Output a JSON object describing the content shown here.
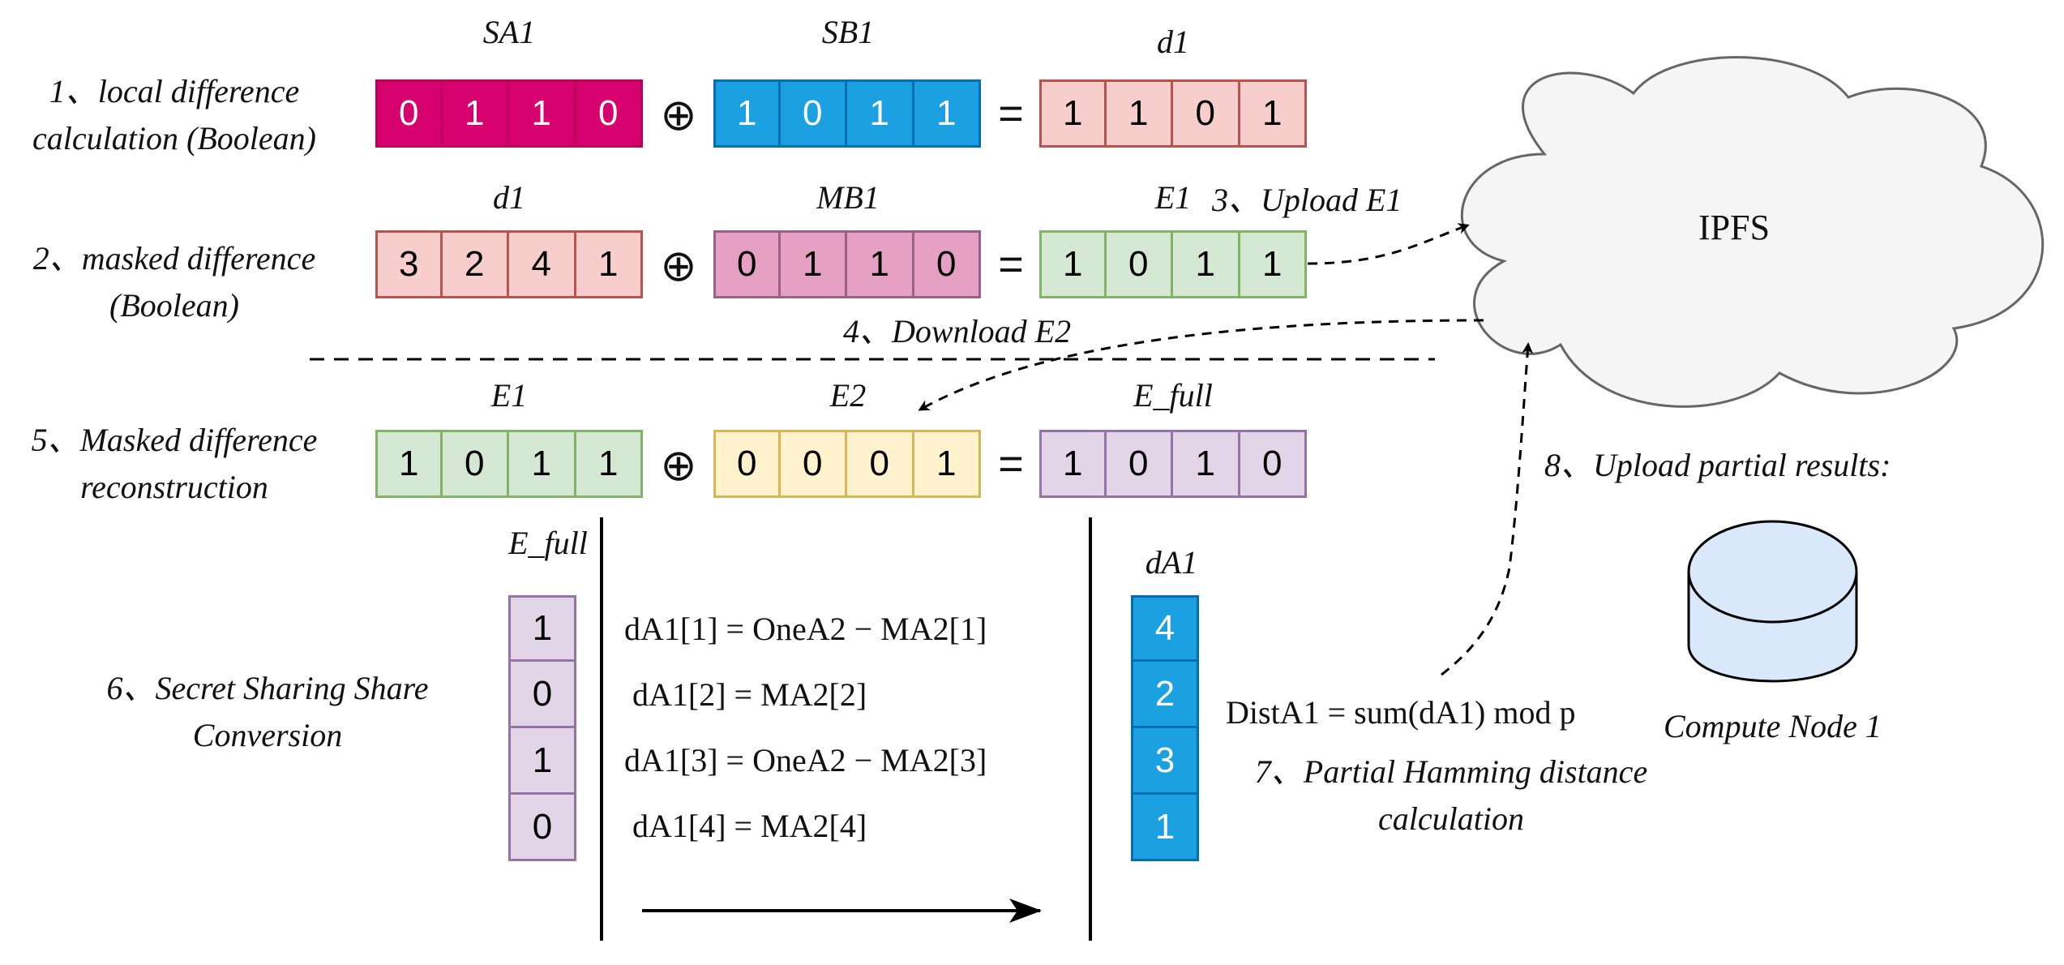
{
  "steps": {
    "s1_line1": "1、local difference",
    "s1_line2": "calculation (Boolean)",
    "s2_line1": "2、masked difference",
    "s2_line2": "(Boolean)",
    "s3": "3、Upload E1",
    "s4": "4、Download E2",
    "s5_line1": "5、Masked difference",
    "s5_line2": "reconstruction",
    "s6_line1": "6、Secret Sharing Share",
    "s6_line2": "Conversion",
    "s7_line1": "7、Partial Hamming distance",
    "s7_line2": "calculation",
    "s8": "8、Upload partial results:"
  },
  "row1": {
    "a": {
      "label": "SA1",
      "cells": [
        "0",
        "1",
        "1",
        "0"
      ],
      "fill": "#d6006e",
      "border": "#b8005c",
      "text": "#ffffff"
    },
    "b": {
      "label": "SB1",
      "cells": [
        "1",
        "0",
        "1",
        "1"
      ],
      "fill": "#1ba1e2",
      "border": "#006eaf",
      "text": "#ffffff"
    },
    "r": {
      "label": "d1",
      "cells": [
        "1",
        "1",
        "0",
        "1"
      ],
      "fill": "#f8cecc",
      "border": "#b85450",
      "text": "#000000"
    }
  },
  "row2": {
    "a": {
      "label": "d1",
      "cells": [
        "3",
        "2",
        "4",
        "1"
      ],
      "fill": "#f8cecc",
      "border": "#b85450",
      "text": "#000000"
    },
    "b": {
      "label": "MB1",
      "cells": [
        "0",
        "1",
        "1",
        "0"
      ],
      "fill": "#e6a0c4",
      "border": "#996185",
      "text": "#000000"
    },
    "r": {
      "label": "E1",
      "cells": [
        "1",
        "0",
        "1",
        "1"
      ],
      "fill": "#d5e8d4",
      "border": "#82b366",
      "text": "#000000"
    }
  },
  "row3": {
    "a": {
      "label": "E1",
      "cells": [
        "1",
        "0",
        "1",
        "1"
      ],
      "fill": "#d5e8d4",
      "border": "#82b366",
      "text": "#000000"
    },
    "b": {
      "label": "E2",
      "cells": [
        "0",
        "0",
        "0",
        "1"
      ],
      "fill": "#fff2cc",
      "border": "#d6b656",
      "text": "#000000"
    },
    "r": {
      "label": "E_full",
      "cells": [
        "1",
        "0",
        "1",
        "0"
      ],
      "fill": "#e1d5e7",
      "border": "#9673a6",
      "text": "#000000"
    }
  },
  "operators": {
    "xor": "⊕",
    "eq": "="
  },
  "efull_col": {
    "label": "E_full",
    "cells": [
      "1",
      "0",
      "1",
      "0"
    ],
    "fill": "#e1d5e7",
    "border": "#9673a6",
    "text": "#000000"
  },
  "da1_col": {
    "label": "dA1",
    "cells": [
      "4",
      "2",
      "3",
      "1"
    ],
    "fill": "#1ba1e2",
    "border": "#006eaf",
    "text": "#ffffff"
  },
  "formulas": [
    "dA1[1] = OneA2 − MA2[1]",
    "dA1[2] = MA2[2]",
    "dA1[3] = OneA2 − MA2[3]",
    "dA1[4] = MA2[4]"
  ],
  "dist": "DistA1 = sum(dA1) mod p",
  "ipfs": {
    "label": "IPFS",
    "fill": "#f5f5f5",
    "stroke": "#666666"
  },
  "node": {
    "label": "Compute Node 1",
    "icon": "database-icon",
    "fill": "#dae8fc",
    "stroke": "#000000"
  }
}
